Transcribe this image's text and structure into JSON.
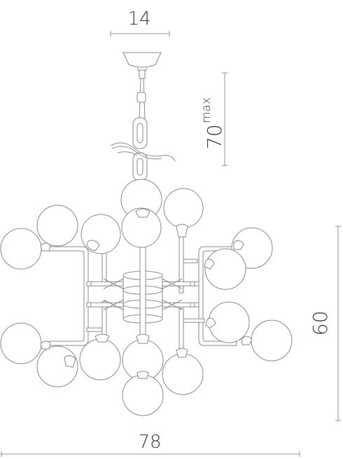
{
  "dimensions": {
    "canopy_width": "14",
    "chain_length": "70",
    "chain_suffix": "max",
    "height": "60",
    "width": "78"
  }
}
